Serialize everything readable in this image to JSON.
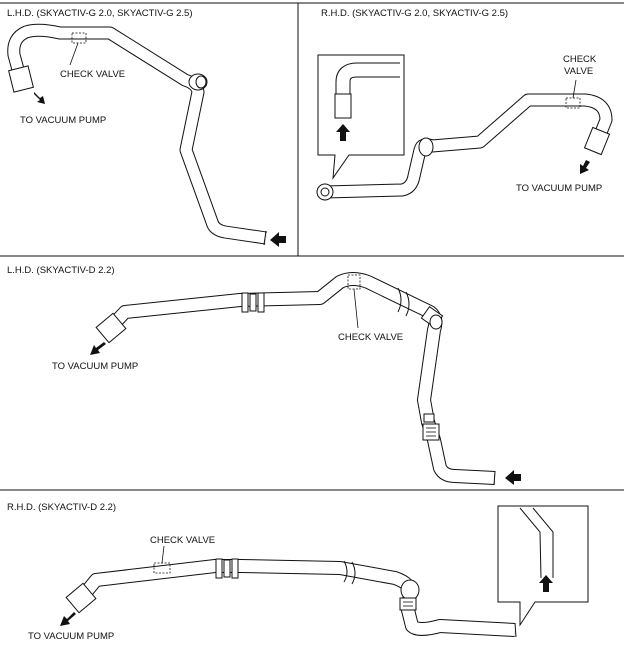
{
  "panels": {
    "top_left": {
      "title": "L.H.D. (SKYACTIV-G 2.0, SKYACTIV-G 2.5)",
      "check_valve": "CHECK VALVE",
      "to_pump": "TO VACUUM PUMP"
    },
    "top_right": {
      "title": "R.H.D. (SKYACTIV-G 2.0, SKYACTIV-G 2.5)",
      "check_valve_line1": "CHECK",
      "check_valve_line2": "VALVE",
      "to_pump": "TO VACUUM PUMP"
    },
    "middle": {
      "title": "L.H.D. (SKYACTIV-D 2.2)",
      "check_valve": "CHECK VALVE",
      "to_pump": "TO VACUUM PUMP"
    },
    "bottom": {
      "title": "R.H.D. (SKYACTIV-D 2.2)",
      "check_valve": "CHECK VALVE",
      "to_pump": "TO VACUUM PUMP"
    }
  }
}
